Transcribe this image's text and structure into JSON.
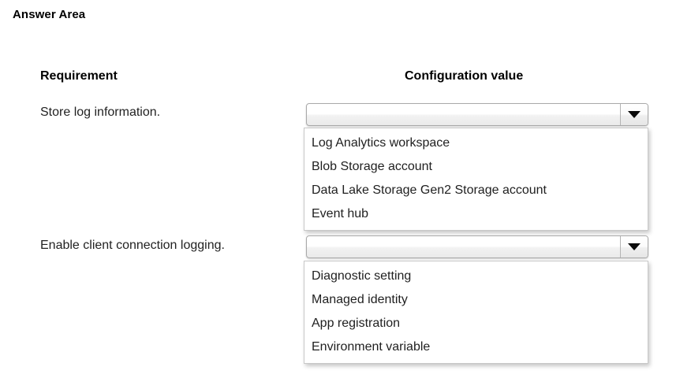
{
  "page": {
    "title": "Answer Area"
  },
  "table": {
    "headers": {
      "requirement": "Requirement",
      "configuration_value": "Configuration value"
    },
    "rows": [
      {
        "requirement": "Store log information.",
        "combo": {
          "selected_value": "",
          "arrow_icon": "chevron-down-icon",
          "expanded": true,
          "options": [
            "Log Analytics workspace",
            "Blob Storage account",
            "Data Lake Storage Gen2 Storage account",
            "Event hub"
          ]
        }
      },
      {
        "requirement": "Enable client connection logging.",
        "combo": {
          "selected_value": "",
          "arrow_icon": "chevron-down-icon",
          "expanded": true,
          "options": [
            "Diagnostic setting",
            "Managed identity",
            "App registration",
            "Environment variable"
          ]
        }
      }
    ]
  },
  "colors": {
    "page_background": "#ffffff",
    "text": "#1a1a1a",
    "control_border": "#a9a9a9",
    "panel_border": "#c8c8c8",
    "arrow": "#0a0a0a"
  }
}
